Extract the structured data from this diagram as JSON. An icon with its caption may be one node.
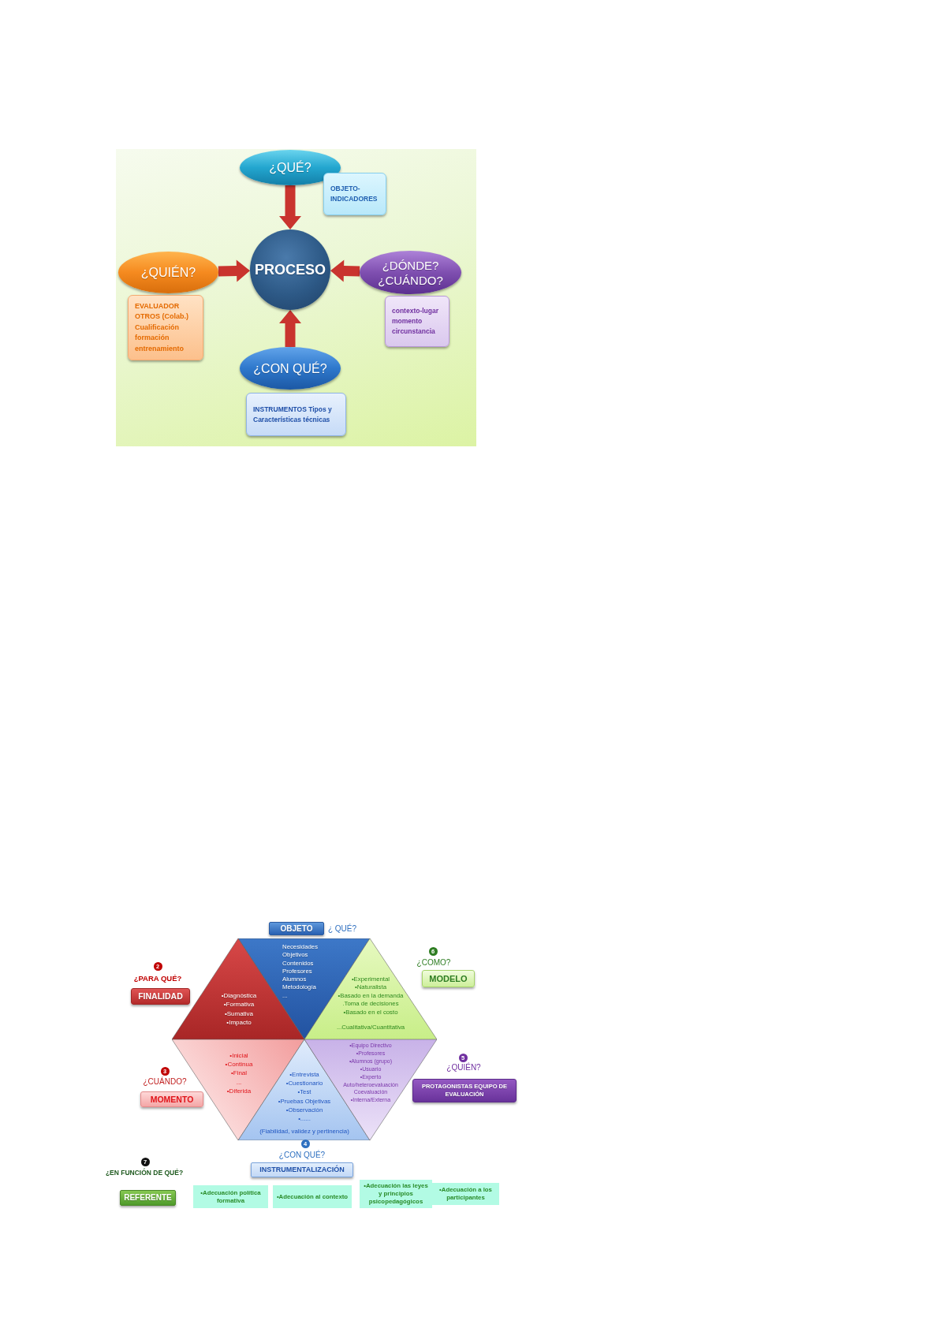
{
  "diagram": {
    "nodes": [
      {
        "text": [
          "¿QUÉ?"
        ]
      },
      {
        "text": [
          "OBJETO-INDICADORES"
        ]
      },
      {
        "text": [
          "¿QUIÉN?"
        ]
      },
      {
        "text": [
          "PROCESO"
        ]
      },
      {
        "text": [
          "¿DÓNDE?",
          "¿CUÁNDO?"
        ]
      },
      {
        "text": [
          "EVALUADOR",
          "OTROS (Colab.)",
          "Cualificación",
          "formación",
          "entrenamiento"
        ]
      },
      {
        "text": [
          "contexto-lugar",
          "momento",
          "circunstancia"
        ]
      },
      {
        "text": [
          "¿CON QUÉ?"
        ]
      },
      {
        "text": [
          "INSTRUMENTOS Tipos y Características técnicas"
        ]
      },
      {
        "text": [
          "OBJETO"
        ]
      },
      {
        "text": [
          "Necesidades",
          "Objetivos",
          "Contenidos",
          "Profesores",
          "Alumnos",
          "Metodología",
          "..."
        ]
      },
      {
        "text": [
          "MODELO"
        ]
      },
      {
        "text": [
          "FINALIDAD"
        ]
      },
      {
        "text": [
          "•Diagnóstica",
          "•Formativa",
          "•Sumativa",
          "•Impacto"
        ]
      },
      {
        "text": [
          "•Experimental",
          "•Naturalista",
          "•Basado en la demanda",
          ".Toma de decisiones",
          "•Basado en el costo",
          "...Cualitativa/Cuantitativa"
        ]
      },
      {
        "text": [
          "•Inicial",
          "•Continua",
          "•Final",
          "...",
          "•Diferida"
        ]
      },
      {
        "text": [
          "•Entrevista",
          "•Cuestionario",
          "•Test",
          "•Pruebas Objetivas",
          "•Observación",
          "•......",
          "(Fiabilidad, validez y pertinencia)"
        ]
      },
      {
        "text": [
          "•Equipo Directivo",
          "•Profesores",
          "•Alumnos (grupo)",
          "•Usuario",
          "•Experto",
          "Auto/heteroevaluación",
          "Coevaluación",
          "•Interna/Externa"
        ]
      },
      {
        "text": [
          "PROTAGONISTAS EQUIPO DE EVALUACIÓN"
        ]
      },
      {
        "text": [
          "MOMENTO"
        ]
      },
      {
        "text": [
          "INSTRUMENTALIZACIÓN"
        ]
      },
      {
        "text": [
          "REFERENTE"
        ]
      },
      {
        "text": [
          "•Adecuación política formativa"
        ]
      },
      {
        "text": [
          "•Adecuación al contexto"
        ]
      },
      {
        "text": [
          "•Adecuación las leyes y principios psicopedagógicos"
        ]
      },
      {
        "text": [
          "•Adecuación a los participantes"
        ]
      }
    ],
    "edges": [
      {
        "from": 0,
        "to": 3,
        "arrow": "to"
      },
      {
        "from": 2,
        "to": 3,
        "arrow": "to"
      },
      {
        "from": 4,
        "to": 3,
        "arrow": "to"
      },
      {
        "from": 7,
        "to": 3,
        "arrow": "to"
      }
    ],
    "labels": [
      "¿ QUÉ?",
      "6",
      "¿COMO?",
      "2",
      "¿PARA QUÉ?",
      "5",
      "¿QUIÉN?",
      "3",
      "¿CUÁNDO?",
      "4",
      "¿CON QUÉ?",
      "7",
      "¿EN FUNCIÓN DE QUÉ?"
    ]
  }
}
